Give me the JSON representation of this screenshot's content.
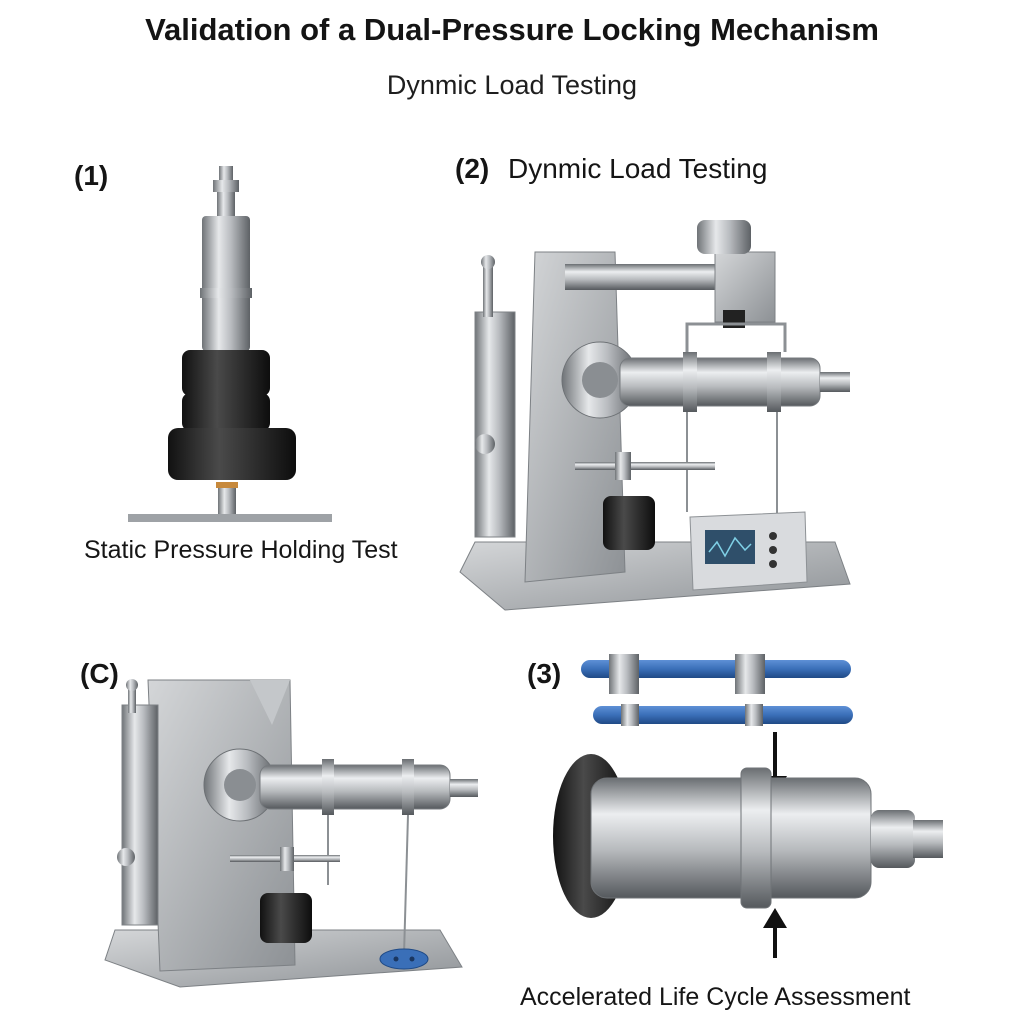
{
  "figure": {
    "title": "Validation of a Dual-Pressure Locking Mechanism",
    "subtitle": "Dynmic Load Testing"
  },
  "panels": [
    {
      "id": "panel-1",
      "label": "(1)",
      "heading": "",
      "caption": "Static Pressure Holding Test"
    },
    {
      "id": "panel-2",
      "label": "(2)",
      "heading": "Dynmic Load Testing",
      "caption": ""
    },
    {
      "id": "panel-c",
      "label": "(C)",
      "heading": "",
      "caption": ""
    },
    {
      "id": "panel-3",
      "label": "(3)",
      "heading": "",
      "caption": "Accelerated Life Cycle Assessment"
    }
  ],
  "colors": {
    "steel": "#b5b8bb",
    "rubber": "#262626",
    "blue_rod": "#3a6fb8",
    "brass": "#c7893c"
  }
}
